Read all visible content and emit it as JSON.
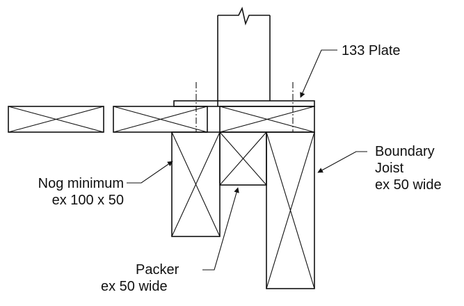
{
  "labels": {
    "plate": "133 Plate",
    "boundary_1": "Boundary",
    "boundary_2": "Joist",
    "boundary_3": "ex 50 wide",
    "nog_1": "Nog minimum",
    "nog_2": "ex 100 x 50",
    "packer_1": "Packer",
    "packer_2": "ex 50 wide"
  },
  "colors": {
    "line": "#111111",
    "background": "#ffffff"
  }
}
